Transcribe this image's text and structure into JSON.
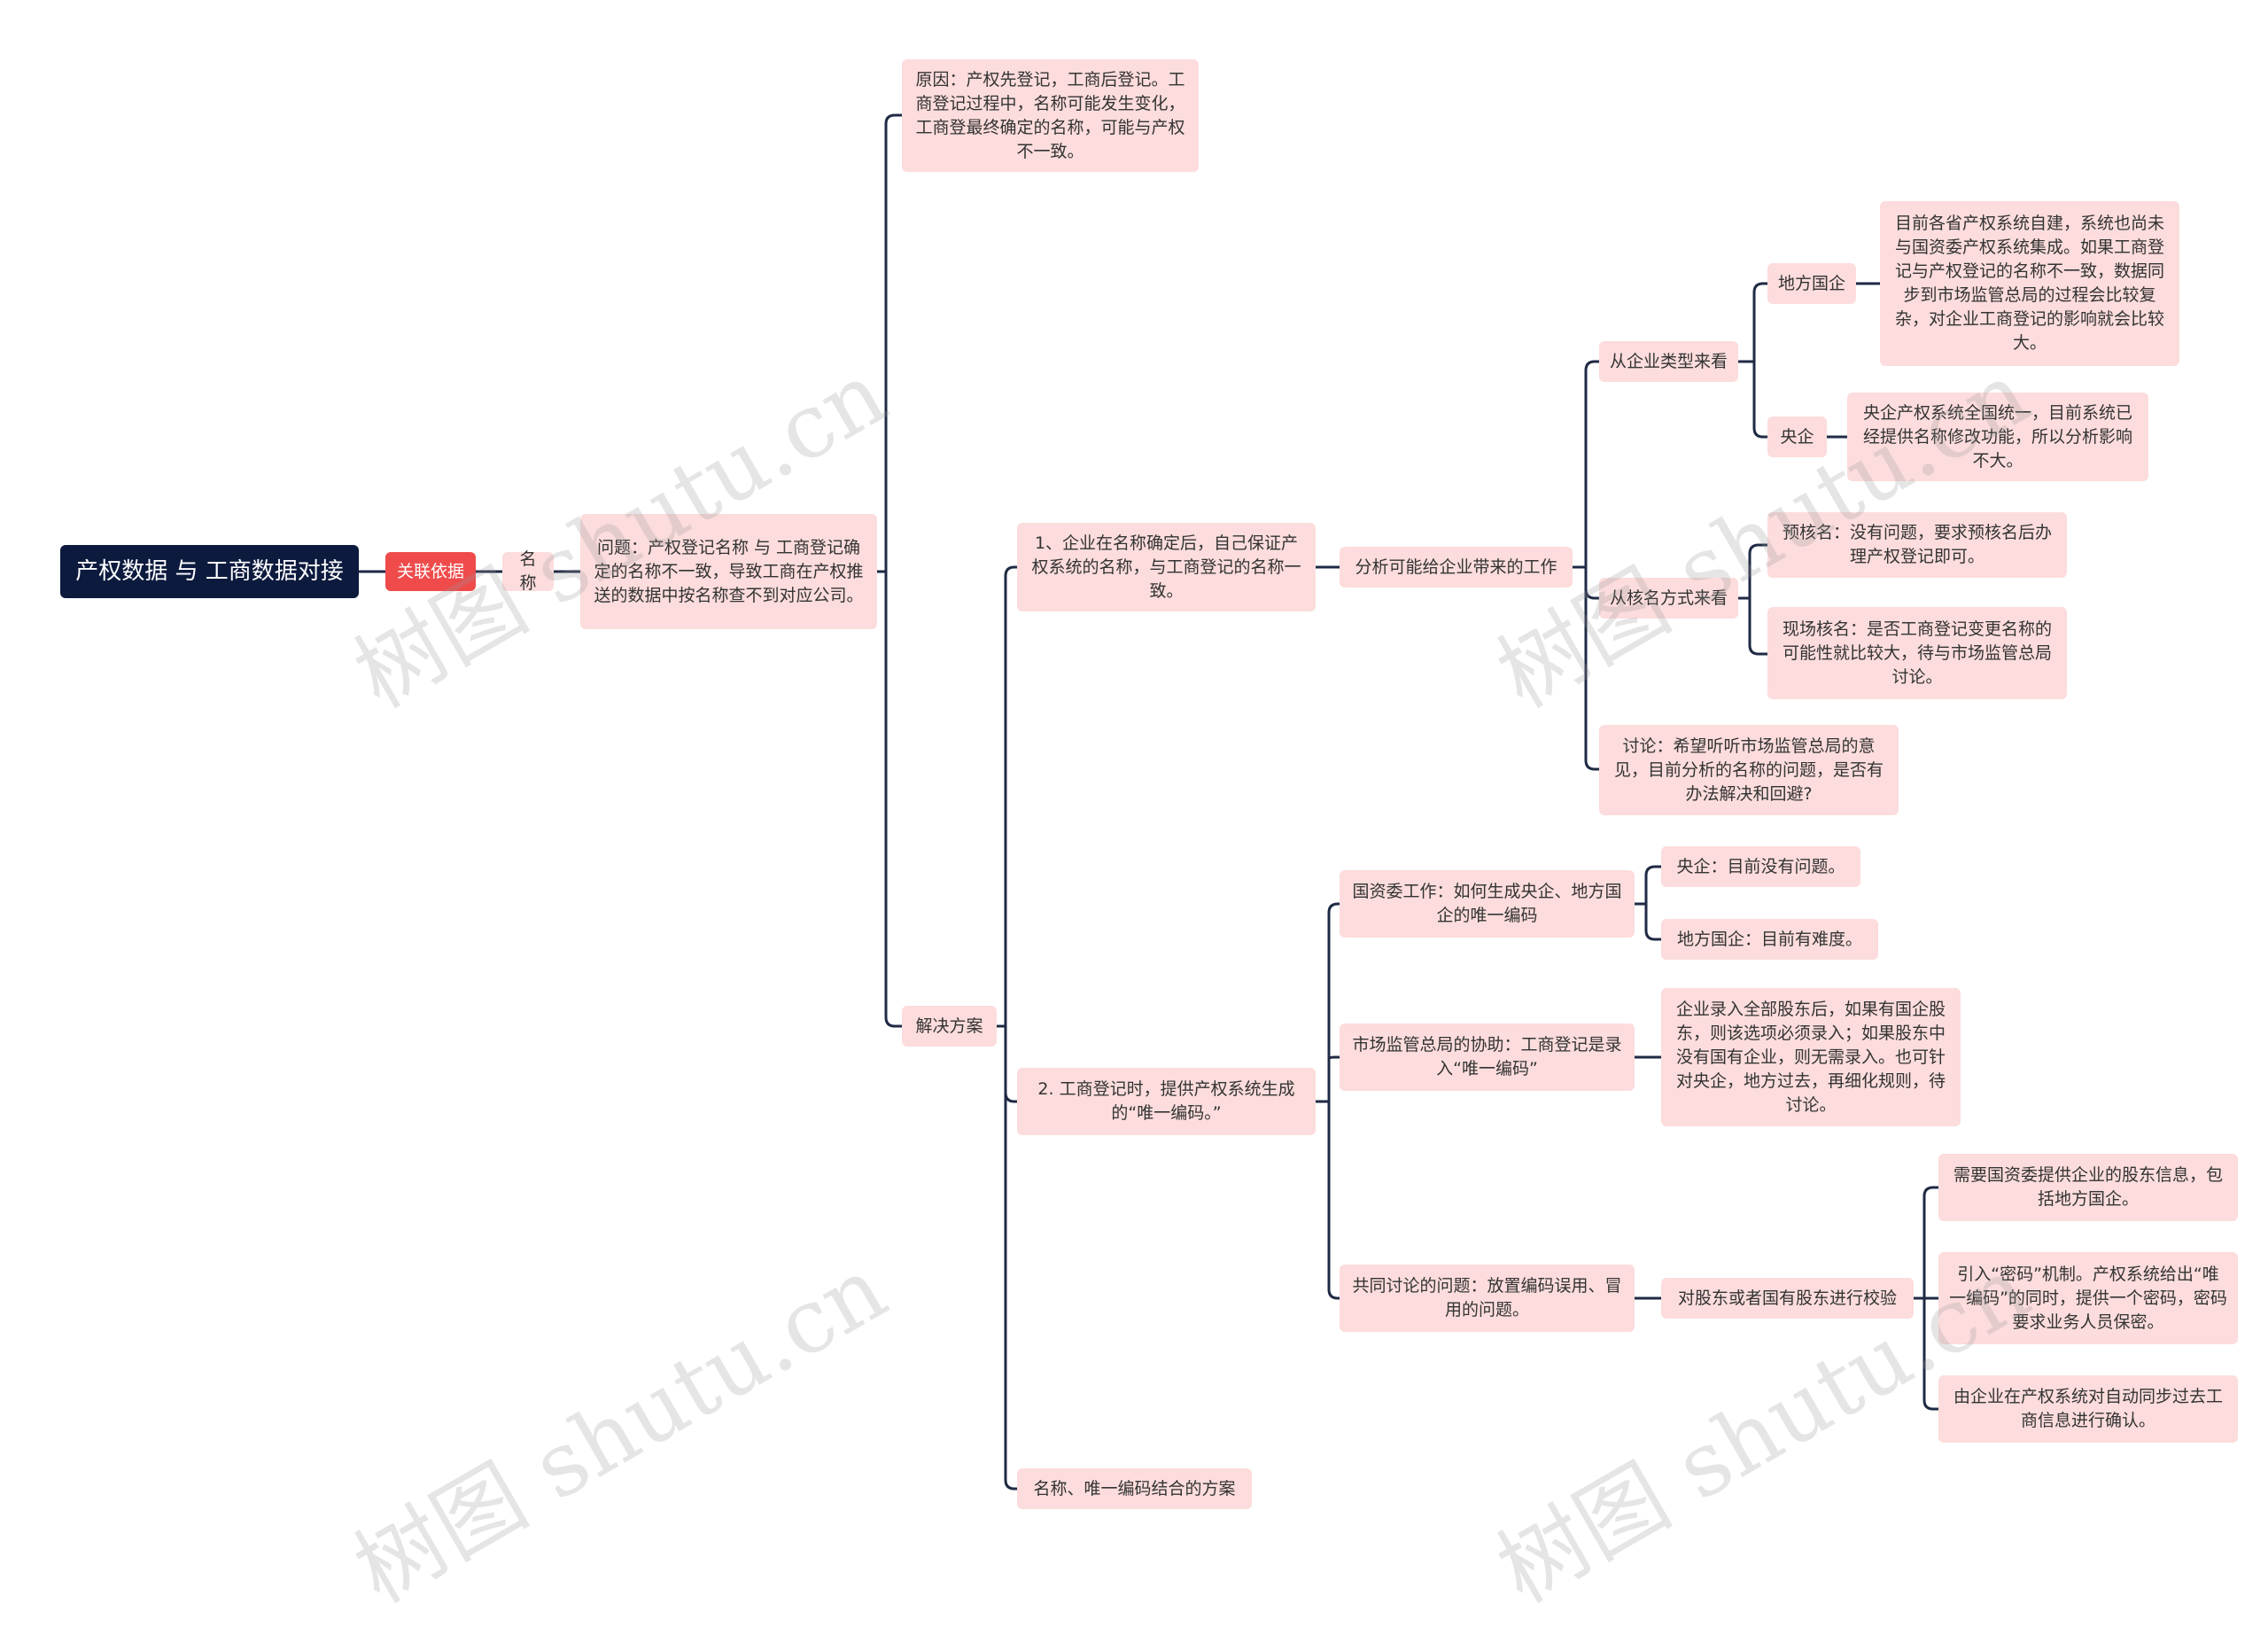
{
  "mindmap": {
    "root": "产权数据 与 工商数据对接",
    "tag": "关联依据",
    "name": "名称",
    "problem": "问题：产权登记名称 与 工商登记确定的名称不一致，导致工商在产权推送的数据中按名称查不到对应公司。",
    "reason": "原因：产权先登记，工商后登记。工商登记过程中，名称可能发生变化，工商登最终确定的名称，可能与产权不一致。",
    "solution": "解决方案",
    "s1": "1、企业在名称确定后，自己保证产权系统的名称，与工商登记的名称一致。",
    "s1_analysis": "分析可能给企业带来的工作",
    "by_type": "从企业类型来看",
    "local_soe": "地方国企",
    "local_soe_detail": "目前各省产权系统自建，系统也尚未与国资委产权系统集成。如果工商登记与产权登记的名称不一致，数据同步到市场监管总局的过程会比较复杂，对企业工商登记的影响就会比较大。",
    "central_soe": "央企",
    "central_soe_detail": "央企产权系统全国统一，目前系统已经提供名称修改功能，所以分析影响不大。",
    "by_method": "从核名方式来看",
    "pre_check": "预核名：没有问题，要求预核名后办理产权登记即可。",
    "onsite_check": "现场核名：是否工商登记变更名称的可能性就比较大，待与市场监管总局讨论。",
    "discussion": "讨论：希望听听市场监管总局的意见，目前分析的名称的问题，是否有办法解决和回避?",
    "s2": "2. 工商登记时，提供产权系统生成的“唯一编码。”",
    "sasac_work": "国资委工作：如何生成央企、地方国企的唯一编码",
    "sasac_central": "央企：目前没有问题。",
    "sasac_local": "地方国企：目前有难度。",
    "samr_help": "市场监管总局的协助：工商登记是录入“唯一编码”",
    "samr_detail": "企业录入全部股东后，如果有国企股东，则该选项必须录入；如果股东中没有国有企业，则无需录入。也可针对央企，地方过去，再细化规则，待讨论。",
    "common_issue": "共同讨论的问题：放置编码误用、冒用的问题。",
    "verify": "对股东或者国有股东进行校验",
    "verify_1": "需要国资委提供企业的股东信息，包括地方国企。",
    "verify_2": "引入“密码”机制。产权系统给出“唯一编码”的同时，提供一个密码，密码要求业务人员保密。",
    "verify_3": "由企业在产权系统对自动同步过去工商信息进行确认。",
    "s3": "名称、唯一编码结合的方案"
  },
  "watermark": "树图 shutu.cn",
  "colors": {
    "line": "#1f2a44",
    "node_bg": "#fcdcdc",
    "root_bg": "#0c1a3e",
    "tag_bg": "#ef4b4b"
  }
}
